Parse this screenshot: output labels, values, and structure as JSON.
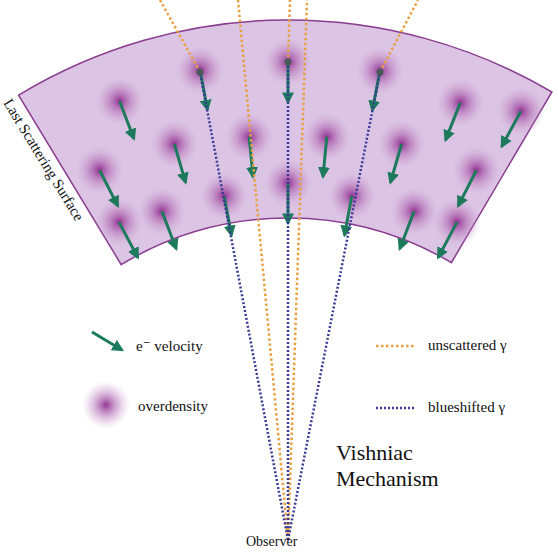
{
  "diagram": {
    "title": "Vishniac Mechanism",
    "labels": [
      "Last Scattering Surface",
      "Observer"
    ],
    "legend": [
      {
        "text": "e⁻ velocity"
      },
      {
        "text": "overdensity"
      },
      {
        "text": "unscattered γ"
      },
      {
        "text": "blueshifted γ"
      }
    ]
  }
}
